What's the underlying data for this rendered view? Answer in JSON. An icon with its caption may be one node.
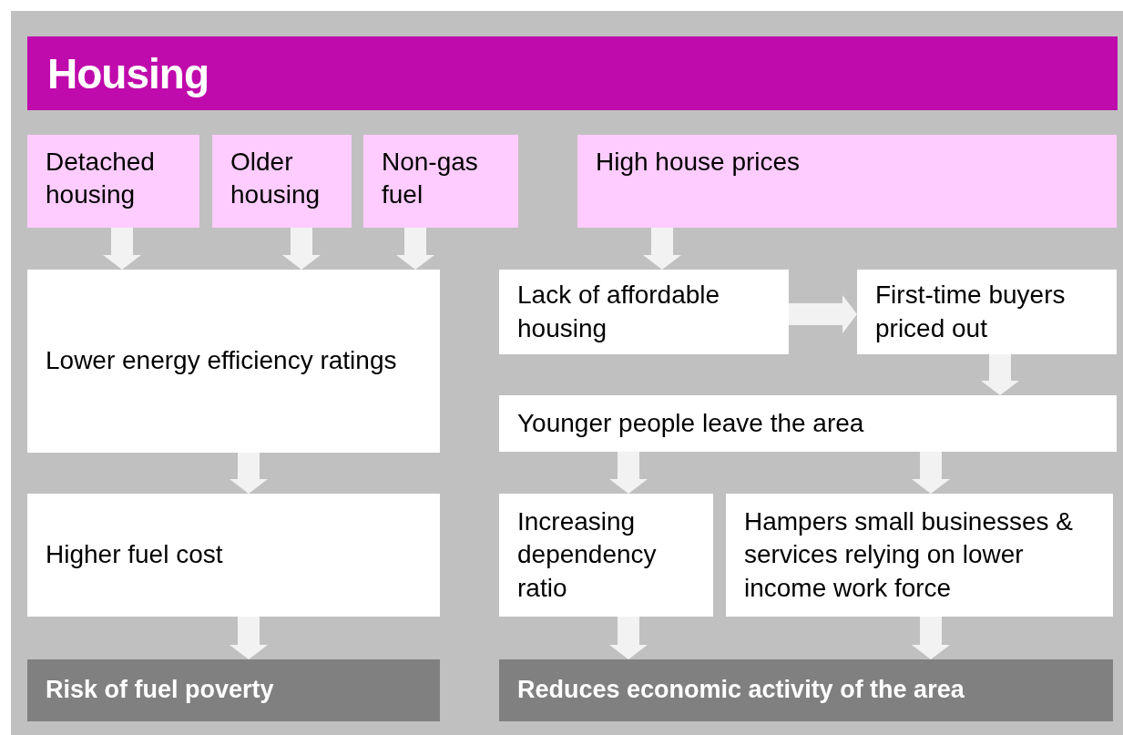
{
  "diagram": {
    "title": "Housing",
    "nodes": [
      {
        "text": [
          "Detached housing"
        ]
      },
      {
        "text": [
          "Older housing"
        ]
      },
      {
        "text": [
          "Non-gas fuel"
        ]
      },
      {
        "text": [
          "High house prices"
        ]
      },
      {
        "text": [
          "Lower energy efficiency ratings"
        ]
      },
      {
        "text": [
          "Lack of affordable housing"
        ]
      },
      {
        "text": [
          "First-time buyers priced out"
        ]
      },
      {
        "text": [
          "Younger people leave the area"
        ]
      },
      {
        "text": [
          "Higher fuel cost"
        ]
      },
      {
        "text": [
          "Increasing dependency ratio"
        ]
      },
      {
        "text": [
          "Hampers small businesses & services relying on lower income work force"
        ]
      },
      {
        "text": [
          "Risk of fuel poverty"
        ]
      },
      {
        "text": [
          "Reduces economic activity of the area"
        ]
      }
    ],
    "edges": [
      {
        "from": 0,
        "to": 4,
        "arrow": "to"
      },
      {
        "from": 1,
        "to": 4,
        "arrow": "to"
      },
      {
        "from": 2,
        "to": 4,
        "arrow": "to"
      },
      {
        "from": 3,
        "to": 5,
        "arrow": "to"
      },
      {
        "from": 5,
        "to": 6,
        "arrow": "to"
      },
      {
        "from": 6,
        "to": 7,
        "arrow": "to"
      },
      {
        "from": 4,
        "to": 8,
        "arrow": "to"
      },
      {
        "from": 7,
        "to": 9,
        "arrow": "to"
      },
      {
        "from": 7,
        "to": 10,
        "arrow": "to"
      },
      {
        "from": 8,
        "to": 11,
        "arrow": "to"
      },
      {
        "from": 9,
        "to": 12,
        "arrow": "to"
      },
      {
        "from": 10,
        "to": 12,
        "arrow": "to"
      }
    ]
  }
}
